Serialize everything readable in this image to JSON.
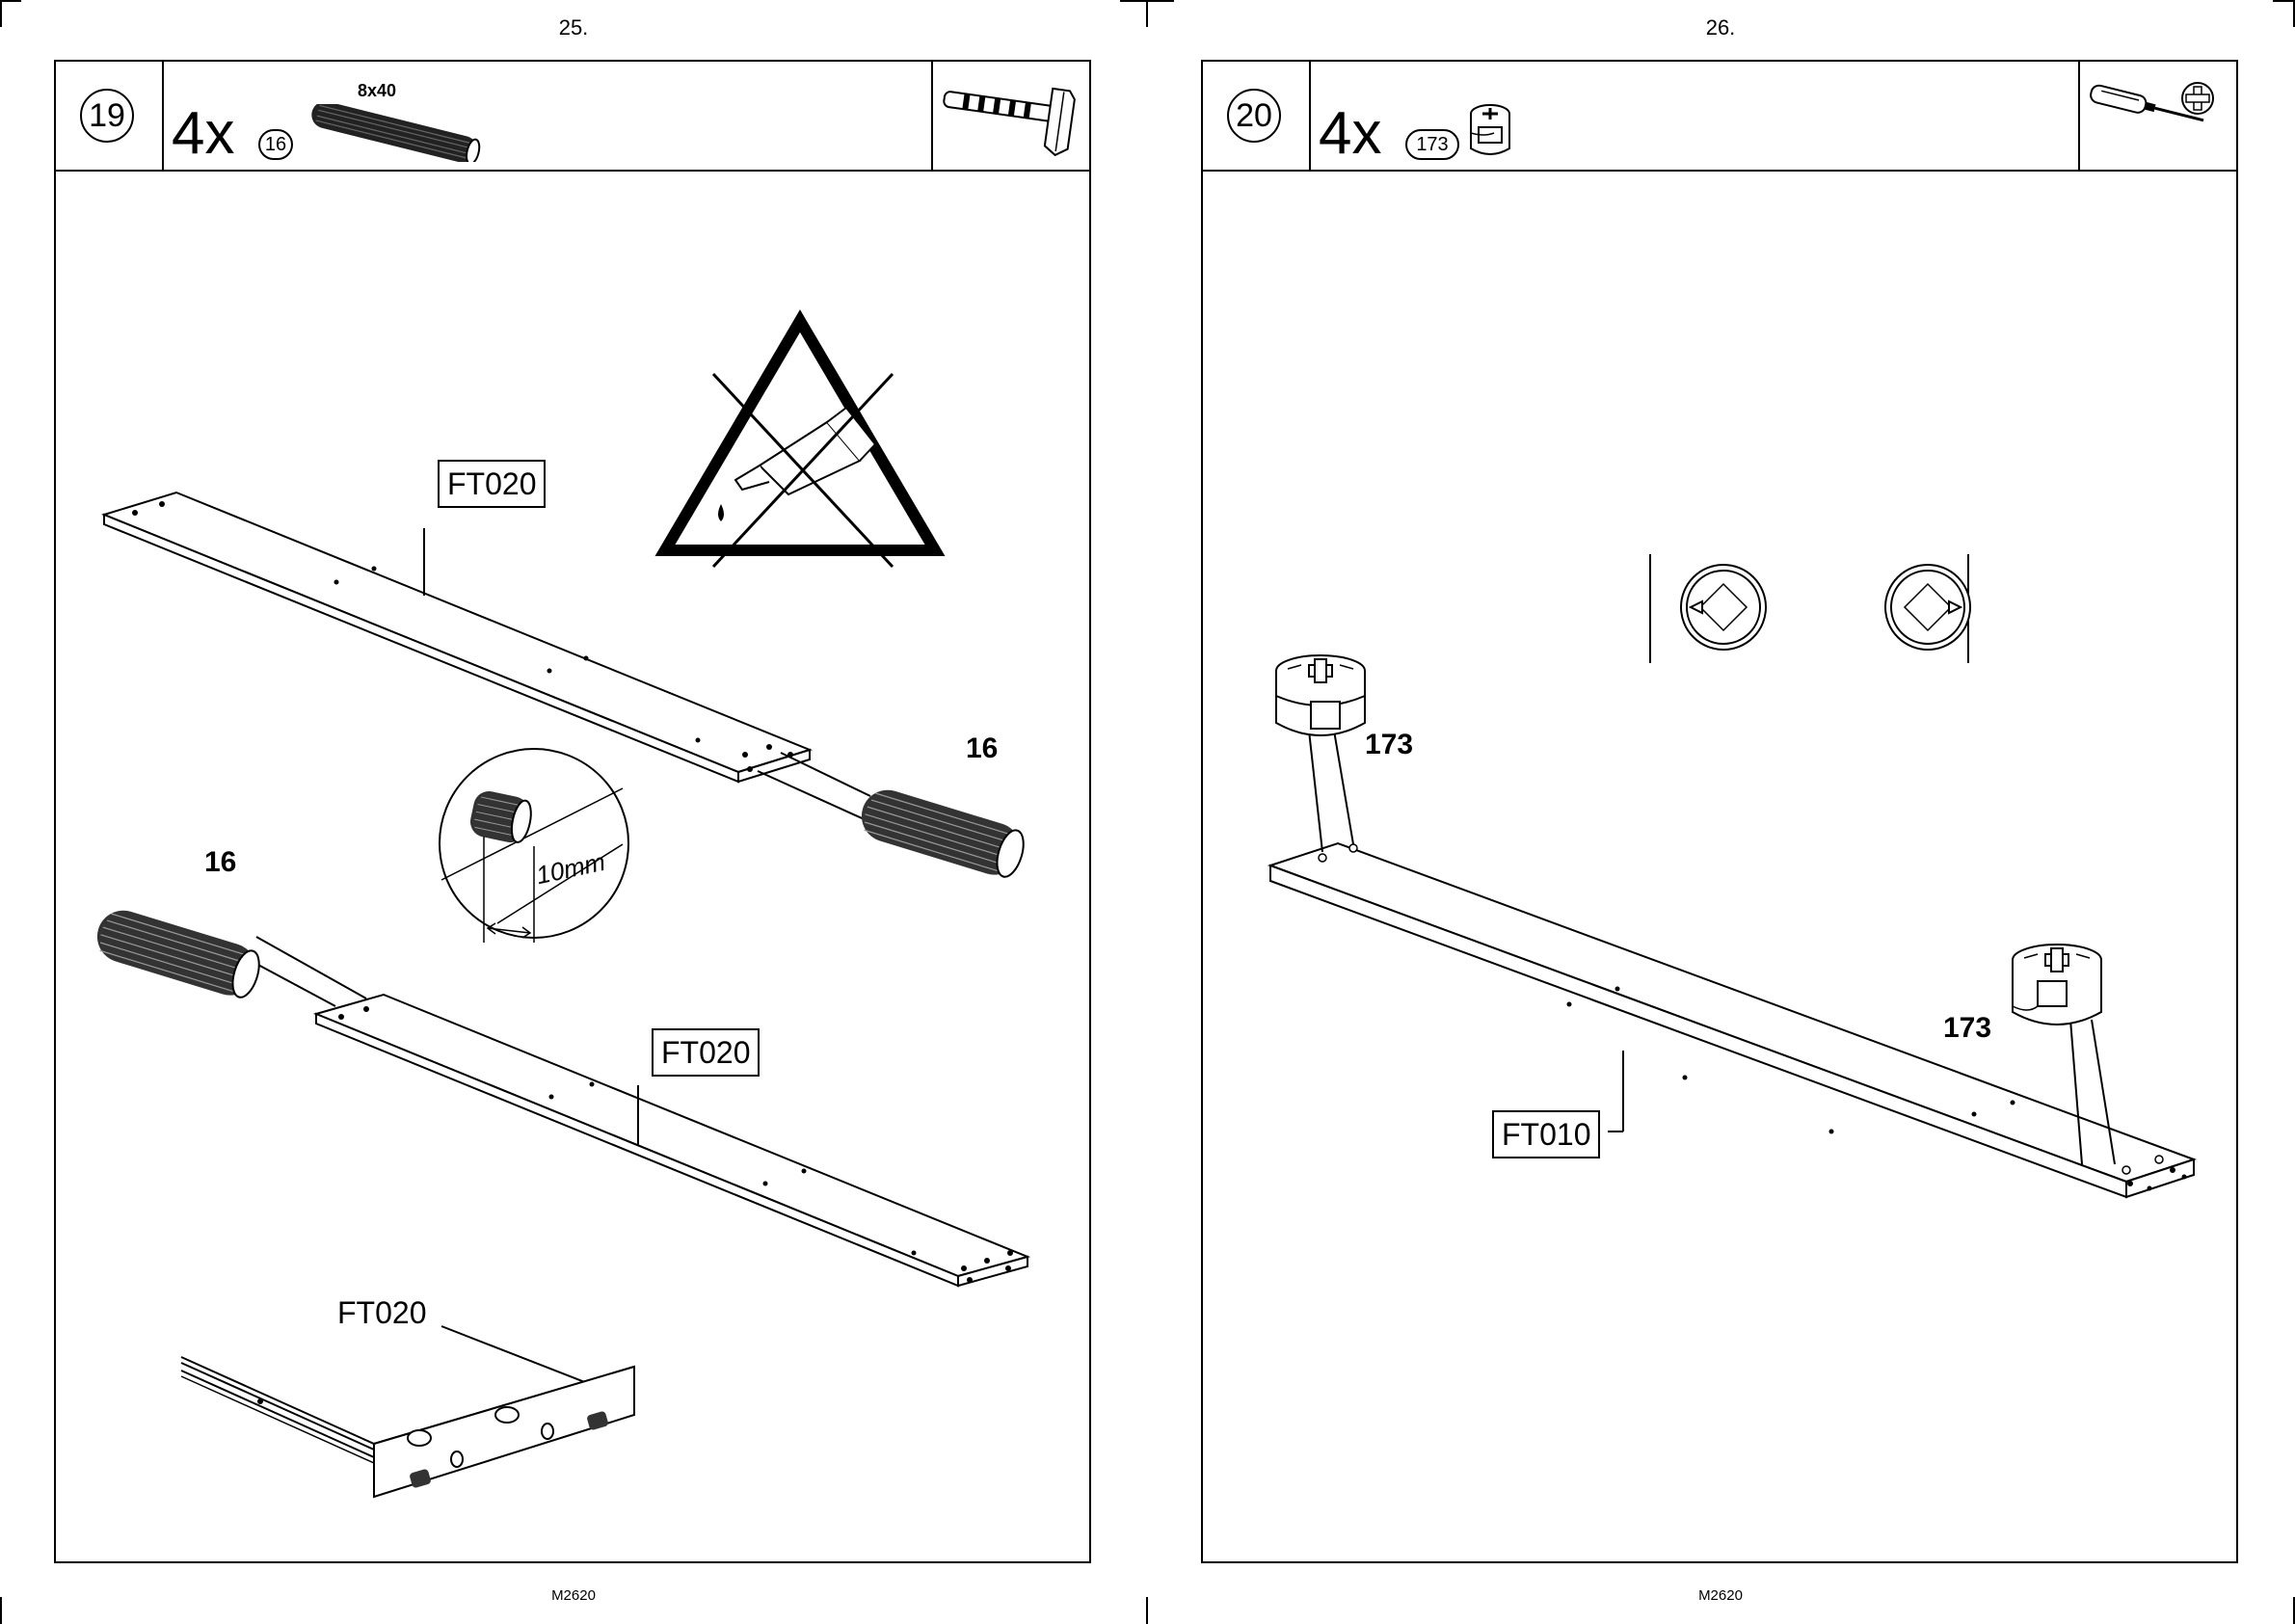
{
  "pages": [
    {
      "page_number": "25.",
      "step": "19",
      "quantity": "4x",
      "part_number": "16",
      "part_size": "8x40",
      "tool_icon": "hammer-icon",
      "warning_icon": "no-glue-icon",
      "labels": {
        "board_top": "FT020",
        "board_bottom": "FT020",
        "board_detail": "FT020",
        "dowel_right": "16",
        "dowel_left": "16",
        "depth": "10mm"
      },
      "footer": "M2620"
    },
    {
      "page_number": "26.",
      "step": "20",
      "quantity": "4x",
      "part_number": "173",
      "tool_icon": "phillips-screwdriver-icon",
      "labels": {
        "board": "FT010",
        "cam_left": "173",
        "cam_right": "173"
      },
      "footer": "M2620"
    }
  ]
}
